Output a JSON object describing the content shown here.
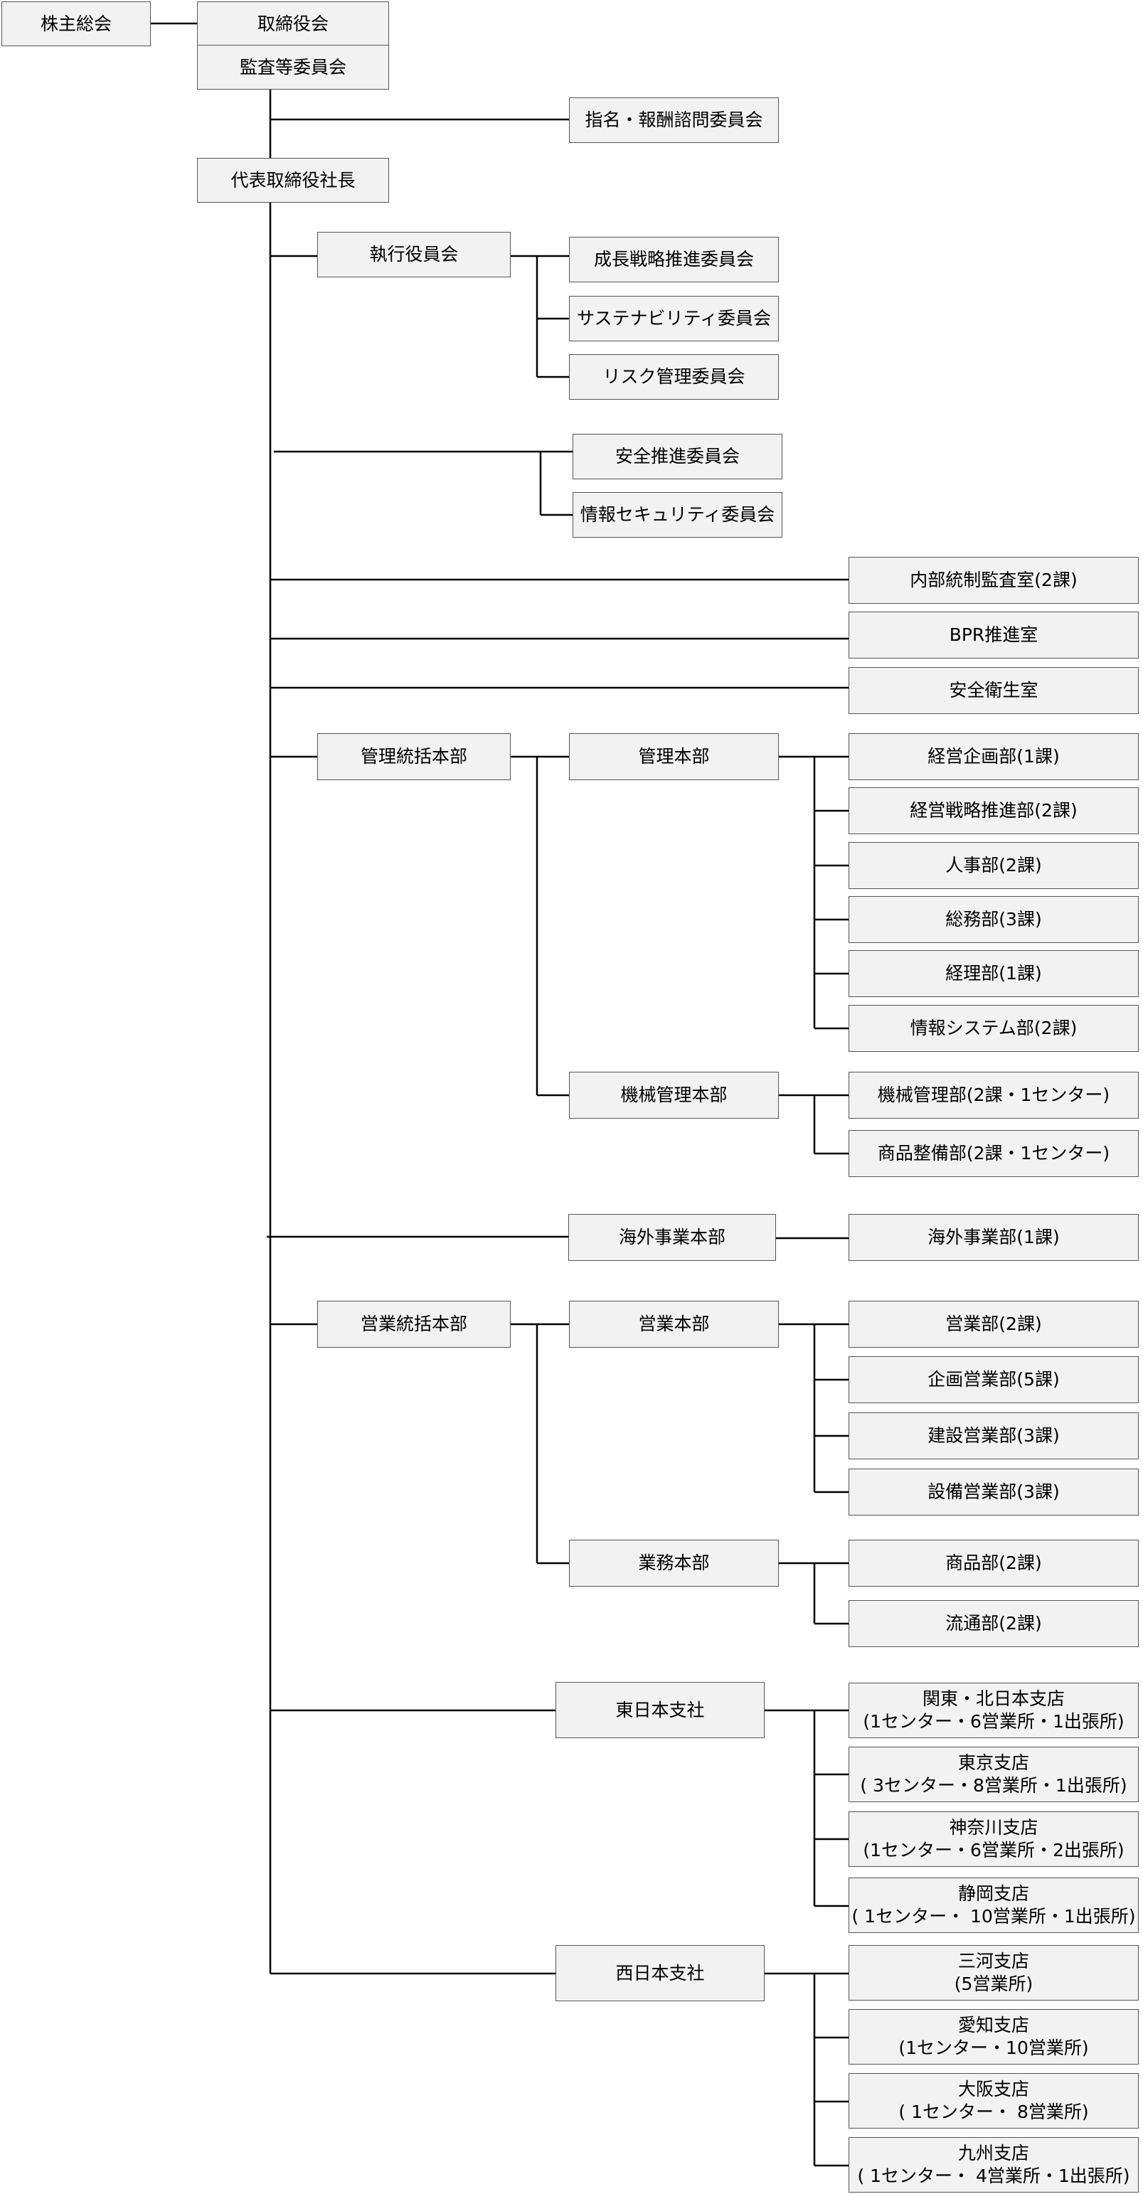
{
  "nodes": {
    "shareholders": "株主総会",
    "board": "取締役会",
    "audit": "監査等委員会",
    "nomination": "指名・報酬諮問委員会",
    "president": "代表取締役社長",
    "exec_officers": "執行役員会",
    "growth": "成長戦略推進委員会",
    "sustain": "サステナビリティ委員会",
    "risk": "リスク管理委員会",
    "safety_promo": "安全推進委員会",
    "infosec": "情報セキュリティ委員会",
    "internal_audit": "内部統制監査室(2課)",
    "bpr": "BPR推進室",
    "health": "安全衛生室",
    "admin_hq": "管理統括本部",
    "admin_div": "管理本部",
    "corp_plan": "経営企画部(1課)",
    "corp_strat": "経営戦略推進部(2課)",
    "hr": "人事部(2課)",
    "general": "総務部(3課)",
    "accounting": "経理部(1課)",
    "is": "情報システム部(2課)",
    "machine_div": "機械管理本部",
    "machine_dept": "機械管理部(2課・1センター)",
    "product_maint": "商品整備部(2課・1センター)",
    "overseas_div": "海外事業本部",
    "overseas_dept": "海外事業部(1課)",
    "sales_hq": "営業統括本部",
    "sales_div": "営業本部",
    "sales": "営業部(2課)",
    "plan_sales": "企画営業部(5課)",
    "const_sales": "建設営業部(3課)",
    "equip_sales": "設備営業部(3課)",
    "ops_div": "業務本部",
    "products": "商品部(2課)",
    "distribution": "流通部(2課)",
    "east": "東日本支社",
    "kanto": "関東・北日本支店\n(1センター・6営業所・1出張所)",
    "tokyo": "東京支店\n( 3センター・8営業所・1出張所)",
    "kanagawa": "神奈川支店\n(1センター・6営業所・2出張所)",
    "shizuoka": "静岡支店\n( 1センター・ 10営業所・1出張所)",
    "west": "西日本支社",
    "mikawa": "三河支店\n(5営業所)",
    "aichi": "愛知支店\n(1センター・10営業所)",
    "osaka": "大阪支店\n( 1センター・ 8営業所)",
    "kyushu": "九州支店\n( 1センター・ 4営業所・1出張所)"
  }
}
